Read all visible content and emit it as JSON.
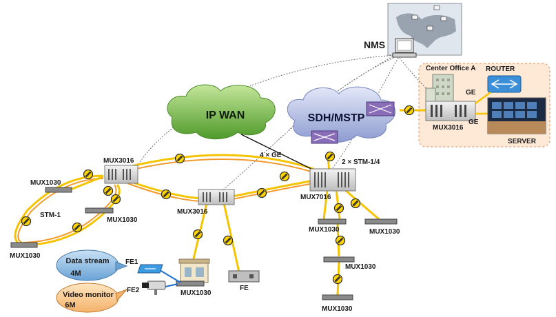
{
  "labels": {
    "nms": "NMS",
    "center_office": "Center Office A",
    "router": "ROUTER",
    "ge_top": "GE",
    "ge_bottom": "GE",
    "mux3016_center": "MUX3016",
    "server": "SERVER",
    "ip_wan": "IP WAN",
    "sdh_mstp": "SDH/MSTP",
    "link_4ge": "4 × GE",
    "link_stm": "2 × STM-1/4",
    "mux3016_left": "MUX3016",
    "mux3016_mid": "MUX3016",
    "mux7016": "MUX7016",
    "mux1030_left_top": "MUX1030",
    "mux1030_left_mid": "MUX1030",
    "mux1030_left_bottom": "MUX1030",
    "stm1": "STM-1",
    "mux1030_r1": "MUX1030",
    "mux1030_r2": "MUX1030",
    "mux1030_r3": "MUX1030",
    "mux1030_r4": "MUX1030",
    "mux1030_bottom": "MUX1030",
    "fe1": "FE1",
    "fe2": "FE2",
    "fe": "FE",
    "data_stream": "Data stream",
    "data_stream_rate": "4M",
    "video_monitor": "Video monitor",
    "video_monitor_rate": "6M"
  },
  "colors": {
    "ring_outer": "#f5c400",
    "ring_inner": "#f39a2e",
    "ip_wan_cloud": "#7bbf4a",
    "sdh_cloud": "#a9b4de",
    "office_panel": "#fde9d6",
    "bubble": "#9ec6e8"
  }
}
